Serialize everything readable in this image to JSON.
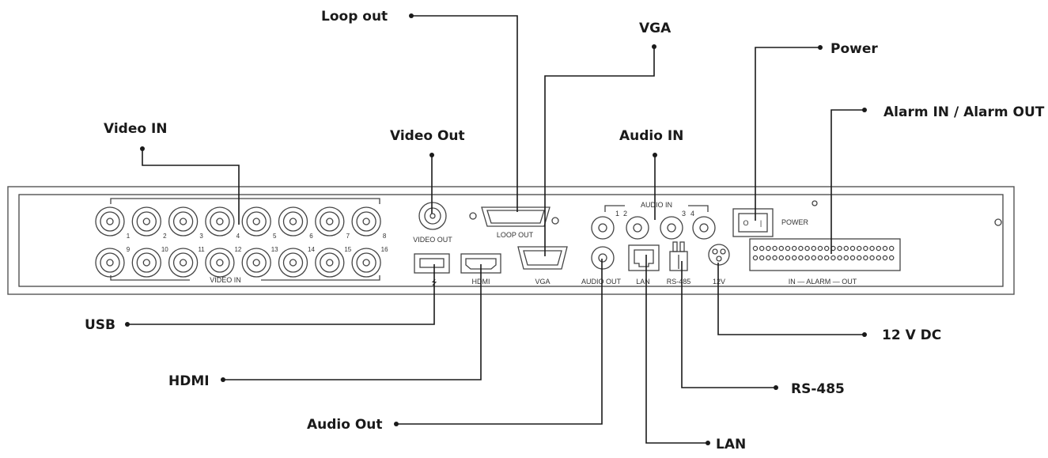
{
  "callouts": {
    "loop_out": "Loop out",
    "vga": "VGA",
    "power": "Power",
    "alarm": "Alarm IN / Alarm OUT",
    "video_in": "Video IN",
    "video_out": "Video Out",
    "audio_in": "Audio IN",
    "usb": "USB",
    "hdmi": "HDMI",
    "audio_out": "Audio Out",
    "twelve_v": "12 V DC",
    "rs485": "RS-485",
    "lan": "LAN"
  },
  "panel_labels": {
    "video_in": "VIDEO IN",
    "video_out": "VIDEO OUT",
    "loop_out": "LOOP OUT",
    "vga": "VGA",
    "hdmi": "HDMI",
    "audio_in": "AUDIO IN",
    "audio_out": "AUDIO OUT",
    "lan": "LAN",
    "rs485": "RS-485",
    "twelve_v": "12V",
    "power": "POWER",
    "alarm": "IN — ALARM — OUT",
    "usb_symbol": "⭍"
  },
  "bnc_numbers": [
    "1",
    "2",
    "3",
    "4",
    "5",
    "6",
    "7",
    "8",
    "9",
    "10",
    "11",
    "12",
    "13",
    "14",
    "15",
    "16"
  ],
  "audio_in_numbers": [
    "1",
    "2",
    "3",
    "4"
  ],
  "power_switch": {
    "on": "|",
    "off": "O"
  }
}
